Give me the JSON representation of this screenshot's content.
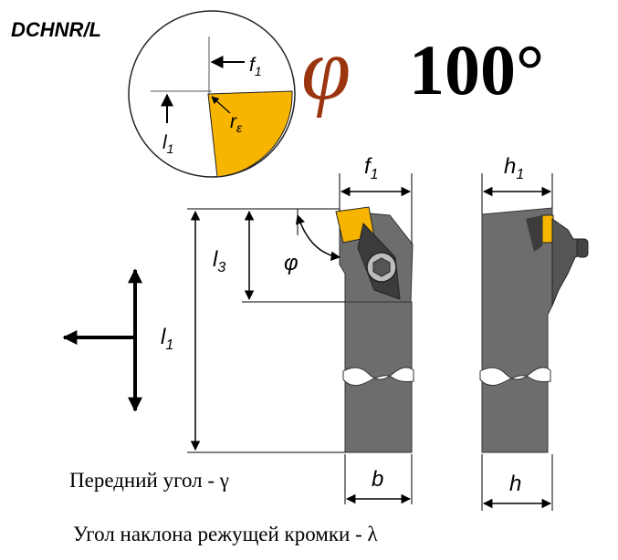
{
  "title": "DCHNR/L",
  "angle_symbol": "φ",
  "angle_value": "100°",
  "labels": {
    "f1": "f",
    "f1_sub": "1",
    "l1": "l",
    "l1_sub": "1",
    "r_eps": "r",
    "r_eps_sub": "ε",
    "l3": "l",
    "l3_sub": "3",
    "phi": "φ",
    "h1": "h",
    "h1_sub": "1",
    "b": "b",
    "h": "h"
  },
  "captions": {
    "rake_angle": "Передний угол - γ",
    "inclination_angle": "Угол наклона режущей кромки - λ"
  },
  "colors": {
    "insert": "#f7b500",
    "body": "#6d6d6d",
    "body_dark": "#4a4a4a",
    "phi_symbol": "#9b3510",
    "ink": "#000000"
  }
}
